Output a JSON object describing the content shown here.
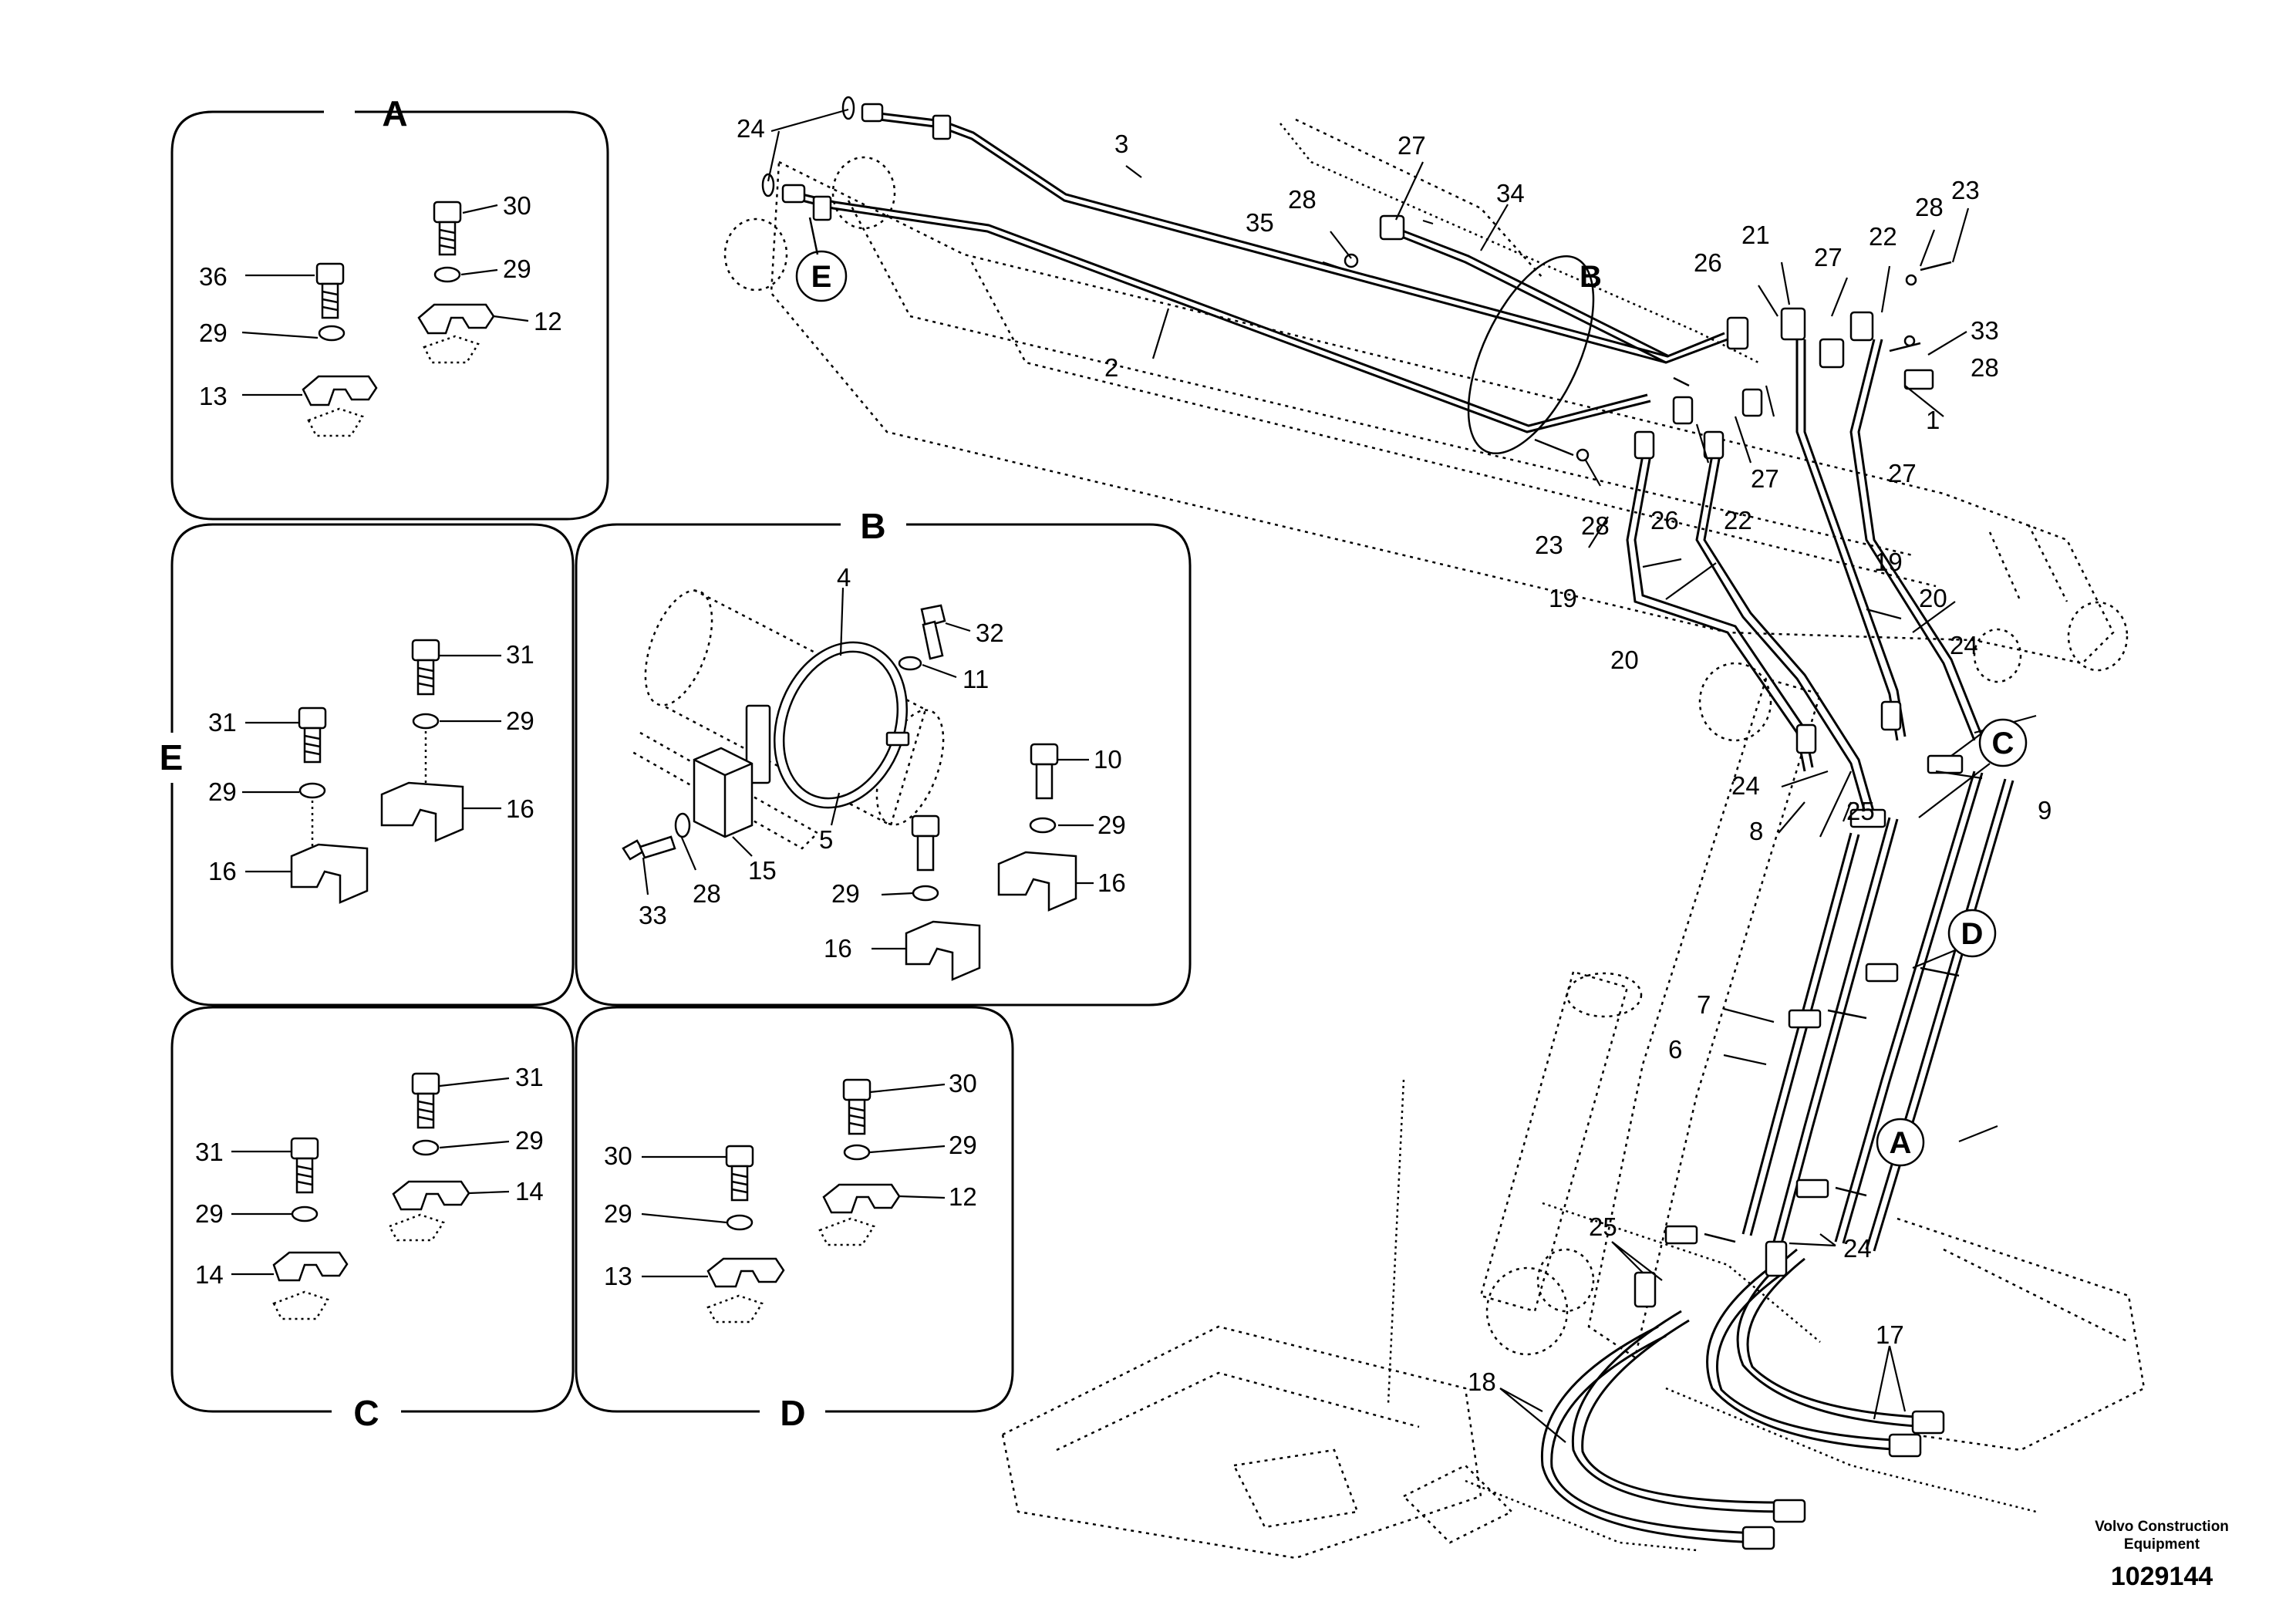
{
  "panels": {
    "A": {
      "title": "A",
      "labels": {
        "l30": "30",
        "l29a": "29",
        "l36": "36",
        "l29b": "29",
        "l12": "12",
        "l13": "13"
      }
    },
    "B": {
      "title": "B",
      "labels": {
        "l4": "4",
        "l32": "32",
        "l11": "11",
        "l10": "10",
        "l29": "29",
        "l5": "5",
        "l15": "15",
        "l16a": "16",
        "l33": "33",
        "l28": "28",
        "l29b": "29",
        "l16b": "16"
      }
    },
    "E": {
      "title": "E",
      "labels": {
        "l31a": "31",
        "l31b": "31",
        "l29a": "29",
        "l29b": "29",
        "l16a": "16",
        "l16b": "16"
      }
    },
    "C": {
      "title": "C",
      "labels": {
        "l31a": "31",
        "l31b": "31",
        "l29a": "29",
        "l29b": "29",
        "l14a": "14",
        "l14b": "14"
      }
    },
    "D": {
      "title": "D",
      "labels": {
        "l30a": "30",
        "l30b": "30",
        "l29a": "29",
        "l29b": "29",
        "l12": "12",
        "l13": "13"
      }
    }
  },
  "main": {
    "labels": {
      "l24a": "24",
      "l3": "3",
      "l27a": "27",
      "l34": "34",
      "l28a": "28",
      "l35": "35",
      "l2": "2",
      "lB": "B",
      "l21": "21",
      "l26a": "26",
      "l27b": "27",
      "l22a": "22",
      "l28b": "28",
      "l23a": "23",
      "l33": "33",
      "l28c": "28",
      "l1": "1",
      "l27c": "27",
      "l27d": "27",
      "l22b": "22",
      "l26b": "26",
      "l28d": "28",
      "l23b": "23",
      "l19a": "19",
      "l20a": "20",
      "l19b": "19",
      "l20b": "20",
      "l24b": "24",
      "l24c": "24",
      "l25a": "25",
      "l8": "8",
      "l9": "9",
      "l7": "7",
      "l6": "6",
      "l25b": "25",
      "l24d": "24",
      "l18": "18",
      "l17": "17"
    },
    "callouts": {
      "E": "E",
      "C": "C",
      "D": "D",
      "A": "A"
    }
  },
  "footer": {
    "brand_line1": "Volvo Construction",
    "brand_line2": "Equipment",
    "doc_number": "1029144"
  }
}
